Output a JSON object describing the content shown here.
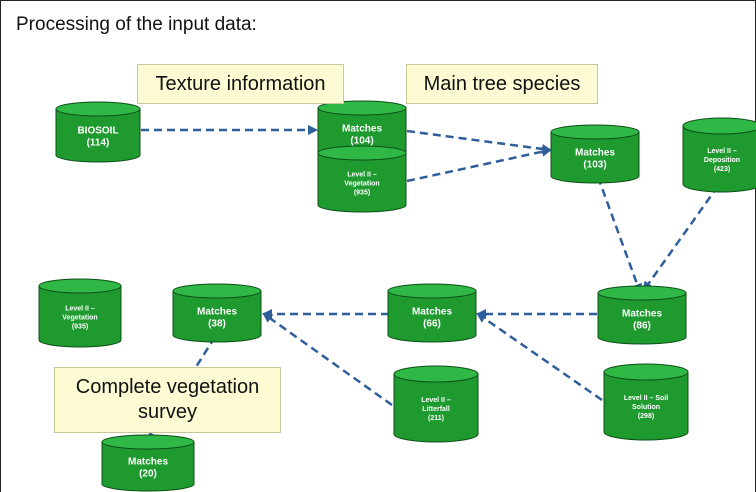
{
  "title": "Processing of the input data:",
  "boxes": {
    "texture": "Texture information",
    "main_tree": "Main tree species",
    "veg_survey_line1": "Complete vegetation",
    "veg_survey_line2": "survey"
  },
  "colors": {
    "cylinder_fill": "#1e9a2e",
    "cylinder_top": "#2fb845",
    "cylinder_stroke": "#0d4f17",
    "arrow": "#2f5f9a",
    "box_fill": "#fdfbd3"
  },
  "nodes": [
    {
      "id": "biosoil",
      "lines": [
        "BIOSOIL",
        "(114)"
      ]
    },
    {
      "id": "matches104",
      "lines": [
        "Matches",
        "(104)"
      ]
    },
    {
      "id": "lvl2veg935a",
      "lines": [
        "Level II –",
        "Vegetation",
        "(935)"
      ]
    },
    {
      "id": "matches103",
      "lines": [
        "Matches",
        "(103)"
      ]
    },
    {
      "id": "lvl2dep423",
      "lines": [
        "Level II –",
        "Deposition",
        "(423)"
      ]
    },
    {
      "id": "matches86",
      "lines": [
        "Matches",
        "(86)"
      ]
    },
    {
      "id": "matches66",
      "lines": [
        "Matches",
        "(66)"
      ]
    },
    {
      "id": "matches38",
      "lines": [
        "Matches",
        "(38)"
      ]
    },
    {
      "id": "lvl2veg935b",
      "lines": [
        "Level II –",
        "Vegetation",
        "(935)"
      ]
    },
    {
      "id": "lvl2lit211",
      "lines": [
        "Level II –",
        "Litterfall",
        "(211)"
      ]
    },
    {
      "id": "lvl2soil298",
      "lines": [
        "Level II – Soil",
        "Solution",
        "(298)"
      ]
    },
    {
      "id": "matches20",
      "lines": [
        "Matches",
        "(20)"
      ]
    }
  ],
  "edges": [
    {
      "from": "biosoil",
      "to": "matches104"
    },
    {
      "from": "matches104",
      "to": "matches103"
    },
    {
      "from": "lvl2veg935a",
      "to": "matches103"
    },
    {
      "from": "matches103",
      "to": "matches86"
    },
    {
      "from": "lvl2dep423",
      "to": "matches86"
    },
    {
      "from": "matches86",
      "to": "matches66"
    },
    {
      "from": "lvl2soil298",
      "to": "matches66"
    },
    {
      "from": "matches66",
      "to": "matches38"
    },
    {
      "from": "lvl2lit211",
      "to": "matches38"
    },
    {
      "from": "matches38",
      "to": "matches20"
    }
  ]
}
